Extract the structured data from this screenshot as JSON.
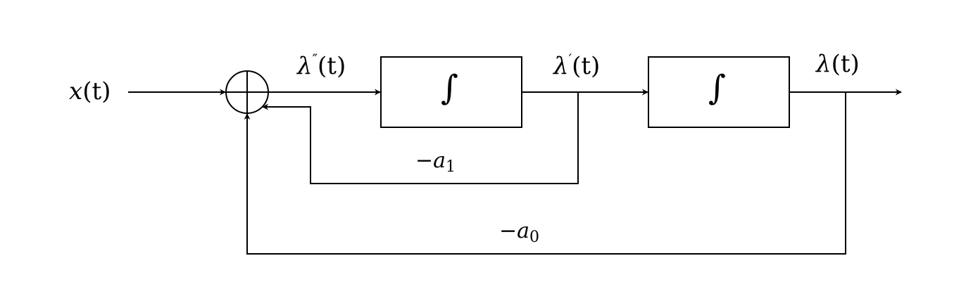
{
  "input": {
    "var": "x",
    "arg": "(t)"
  },
  "sum_out": {
    "var": "λ",
    "prime": "″",
    "arg": "(t)"
  },
  "mid": {
    "var": "λ",
    "prime": "′",
    "arg": "(t)"
  },
  "output": {
    "var": "λ",
    "arg": "(t)"
  },
  "integrator_symbol": "∫",
  "feedback_a1": {
    "minus": "−",
    "var": "a",
    "sub": "1"
  },
  "feedback_a0": {
    "minus": "−",
    "var": "a",
    "sub": "0"
  }
}
